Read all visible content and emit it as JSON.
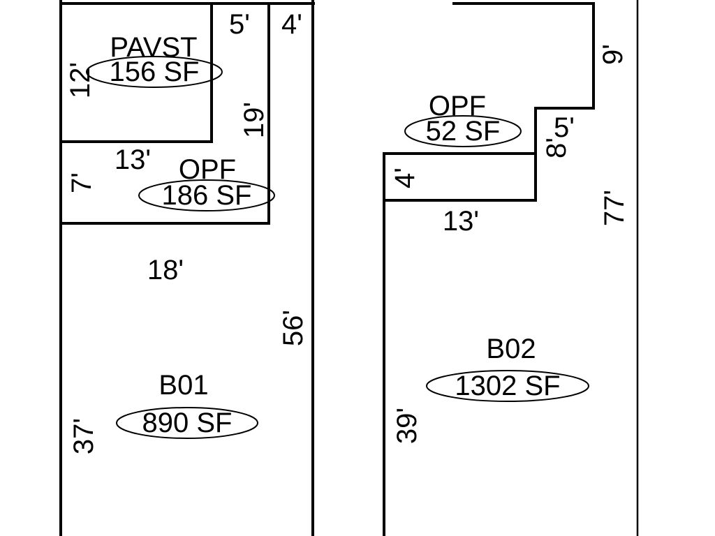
{
  "colors": {
    "line": "#000000",
    "background": "#ffffff"
  },
  "pavst": {
    "label": "PAVST",
    "area": "156 SF",
    "dims": [
      "12'",
      "13'"
    ]
  },
  "opf_left": {
    "label": "OPF",
    "area": "186 SF",
    "dims": [
      "5'",
      "19'",
      "7'"
    ]
  },
  "b01": {
    "label": "B01",
    "area": "890 SF",
    "dims": [
      "4'",
      "18'",
      "56'",
      "37'"
    ]
  },
  "opf_right": {
    "label": "OPF",
    "area": "52 SF",
    "dims": [
      "4'",
      "13'"
    ]
  },
  "b02": {
    "label": "B02",
    "area": "1302 SF",
    "dims": [
      "9'",
      "5'",
      "8'",
      "77'",
      "39'"
    ]
  }
}
